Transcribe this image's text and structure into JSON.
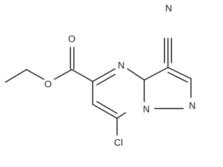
{
  "structure": {
    "atoms": {
      "n_ring_top": "N",
      "n_nitrile": "N",
      "n_bridge": "N",
      "n_pyrazole": "N",
      "o_carbonyl": "O",
      "o_ester": "O",
      "cl": "Cl"
    }
  }
}
